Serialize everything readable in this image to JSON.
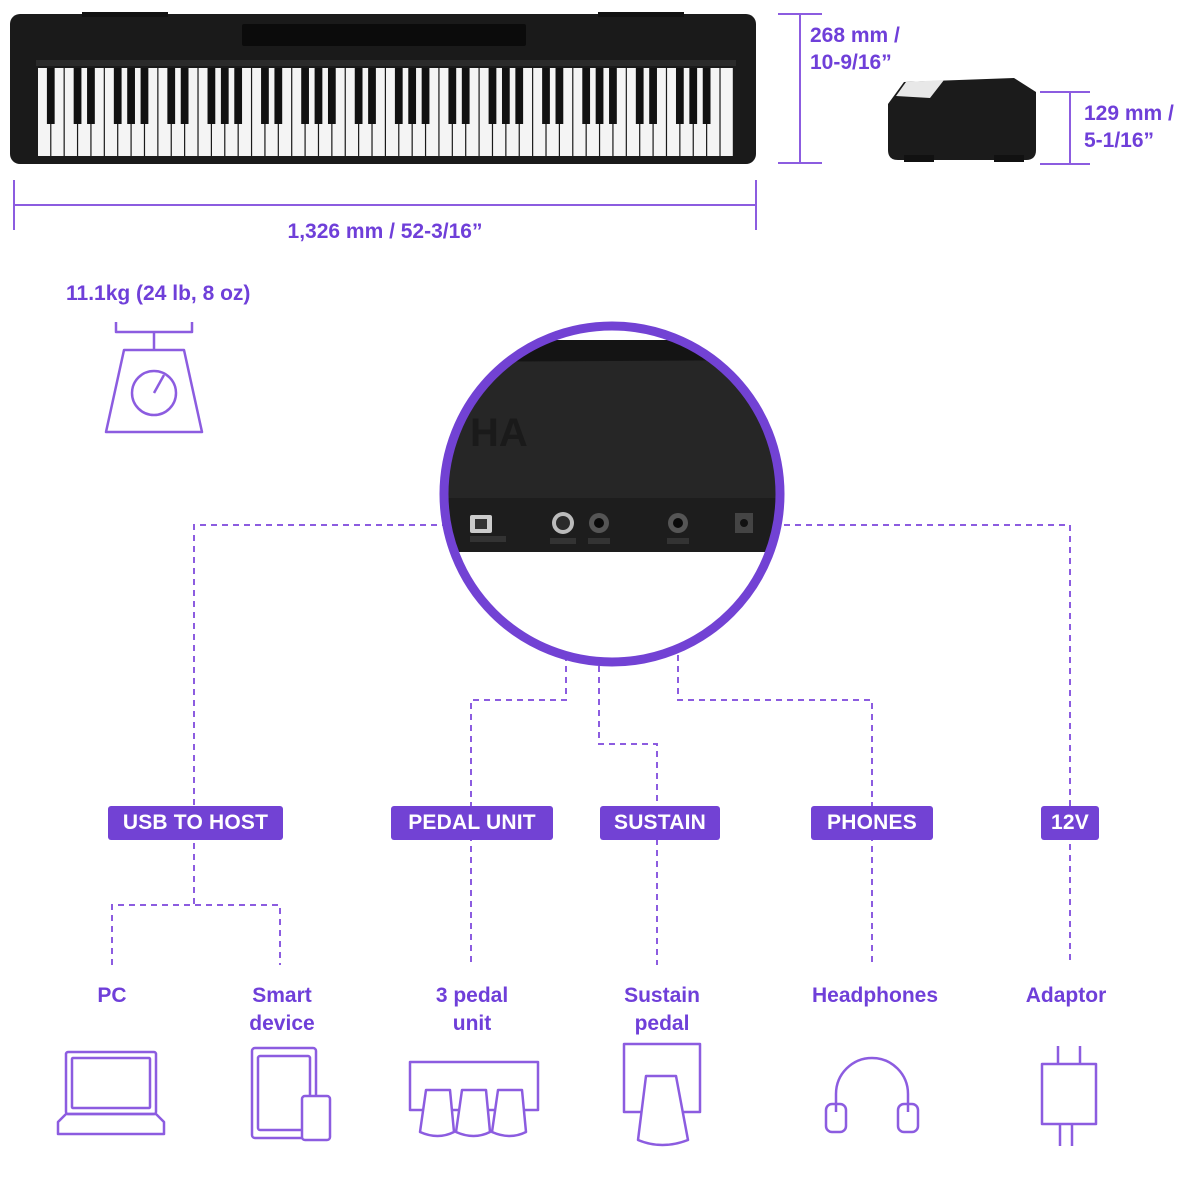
{
  "colors": {
    "accent": "#6f3fd9",
    "badge": "#7242d4",
    "dash": "#8c5ce0",
    "piano": "#1a1a1a"
  },
  "dimensions": {
    "depth": [
      "268 mm /",
      "10-9/16”"
    ],
    "height": [
      "129 mm /",
      "5-1/16”"
    ],
    "width": "1,326 mm / 52-3/16”",
    "weight": "11.1kg (24 lb, 8 oz)"
  },
  "ports": [
    {
      "label": "USB TO HOST"
    },
    {
      "label": "PEDAL UNIT"
    },
    {
      "label": "SUSTAIN"
    },
    {
      "label": "PHONES"
    },
    {
      "label": "12V"
    }
  ],
  "devices": [
    {
      "lines": [
        "PC"
      ],
      "icon": "laptop-icon"
    },
    {
      "lines": [
        "Smart",
        "device"
      ],
      "icon": "tablet-phone-icon"
    },
    {
      "lines": [
        "3 pedal",
        "unit"
      ],
      "icon": "pedal-unit-icon"
    },
    {
      "lines": [
        "Sustain",
        "pedal"
      ],
      "icon": "sustain-pedal-icon"
    },
    {
      "lines": [
        "Headphones"
      ],
      "icon": "headphones-icon"
    },
    {
      "lines": [
        "Adaptor"
      ],
      "icon": "adaptor-icon"
    }
  ],
  "icons": {
    "scale": "scale-icon",
    "zoom": "rear-panel-zoom"
  }
}
